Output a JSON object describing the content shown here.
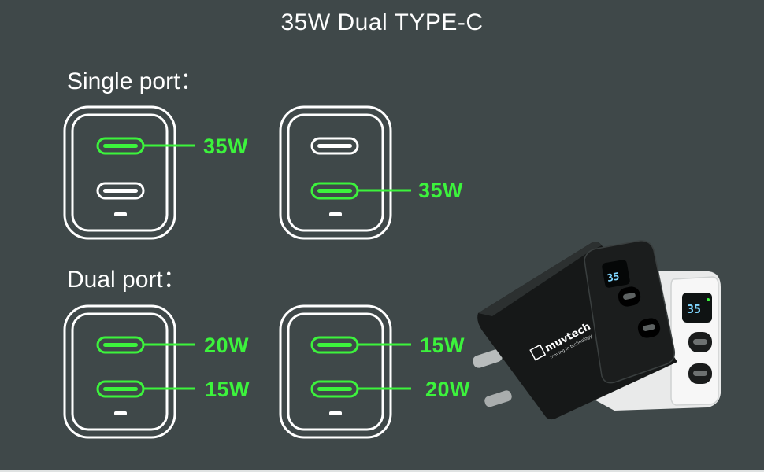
{
  "title": "35W Dual TYPE-C",
  "sections": {
    "single": "Single port：",
    "dual": "Dual port："
  },
  "labels": {
    "single_a_top": "35W",
    "single_b_bottom": "35W",
    "dual_a_top": "20W",
    "dual_a_bottom": "15W",
    "dual_b_top": "15W",
    "dual_b_bottom": "20W"
  },
  "product": {
    "brand": "muvtech",
    "tagline": "moving in technology",
    "display_black": "35",
    "display_white": "35"
  },
  "colors": {
    "background": "#3f4849",
    "active_port": "#3cf33c",
    "outline": "#ffffff"
  }
}
